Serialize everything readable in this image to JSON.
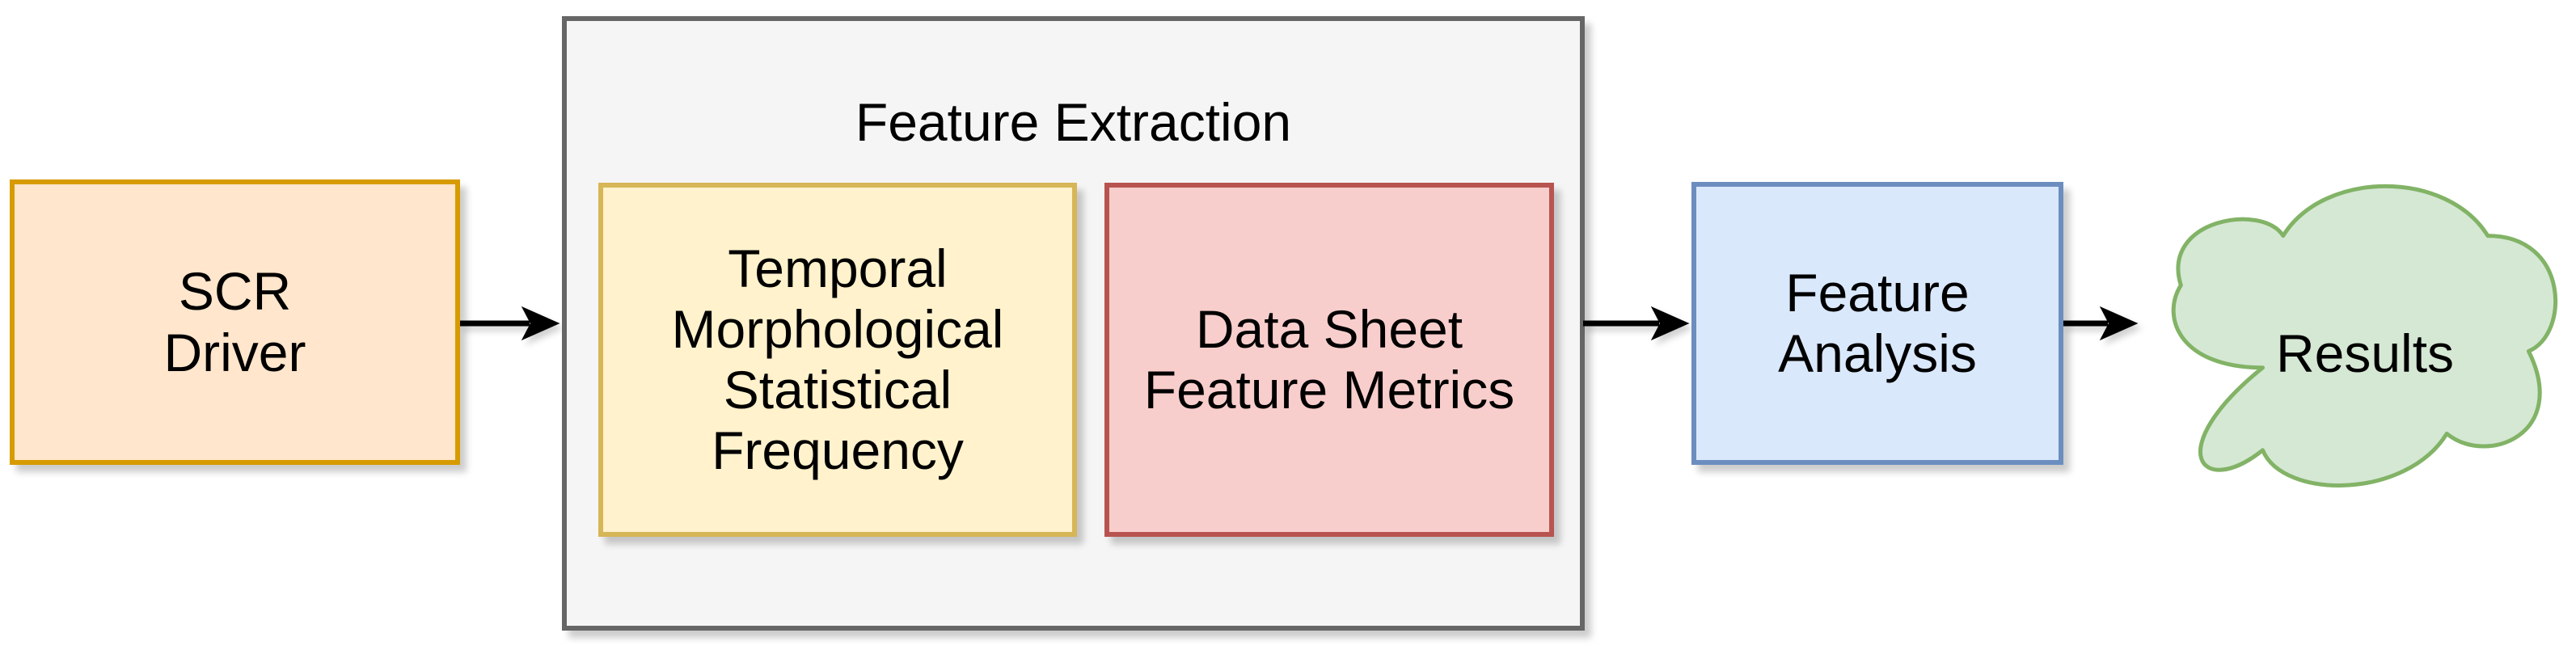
{
  "diagram": {
    "background": "#FFFFFF",
    "text_color": "#000000",
    "arrow_color": "#000000",
    "nodes": {
      "scr_driver": {
        "lines": [
          "SCR",
          "Driver"
        ],
        "fill": "#FFE6CC",
        "stroke": "#D79B00",
        "shape": "rectangle"
      },
      "feature_extraction": {
        "label": "Feature Extraction",
        "fill": "#F5F5F5",
        "stroke": "#666666",
        "shape": "container"
      },
      "temporal_morphological": {
        "lines": [
          "Temporal",
          "Morphological",
          "Statistical",
          "Frequency"
        ],
        "fill": "#FFF2CC",
        "stroke": "#D6B656",
        "shape": "rectangle",
        "parent": "feature_extraction"
      },
      "data_sheet": {
        "lines": [
          "Data Sheet",
          "Feature Metrics"
        ],
        "fill": "#F8CECC",
        "stroke": "#B85450",
        "shape": "rectangle",
        "parent": "feature_extraction"
      },
      "feature_analysis": {
        "lines": [
          "Feature",
          "Analysis"
        ],
        "fill": "#DAE8FC",
        "stroke": "#6C8EBF",
        "shape": "rectangle"
      },
      "results": {
        "label": "Results",
        "fill": "#D5E8D4",
        "stroke": "#82B366",
        "shape": "cloud"
      }
    },
    "edges": [
      {
        "from": "scr_driver",
        "to": "feature_extraction",
        "style": "solid-arrow"
      },
      {
        "from": "feature_extraction",
        "to": "feature_analysis",
        "style": "solid-arrow"
      },
      {
        "from": "feature_analysis",
        "to": "results",
        "style": "solid-arrow"
      }
    ]
  }
}
